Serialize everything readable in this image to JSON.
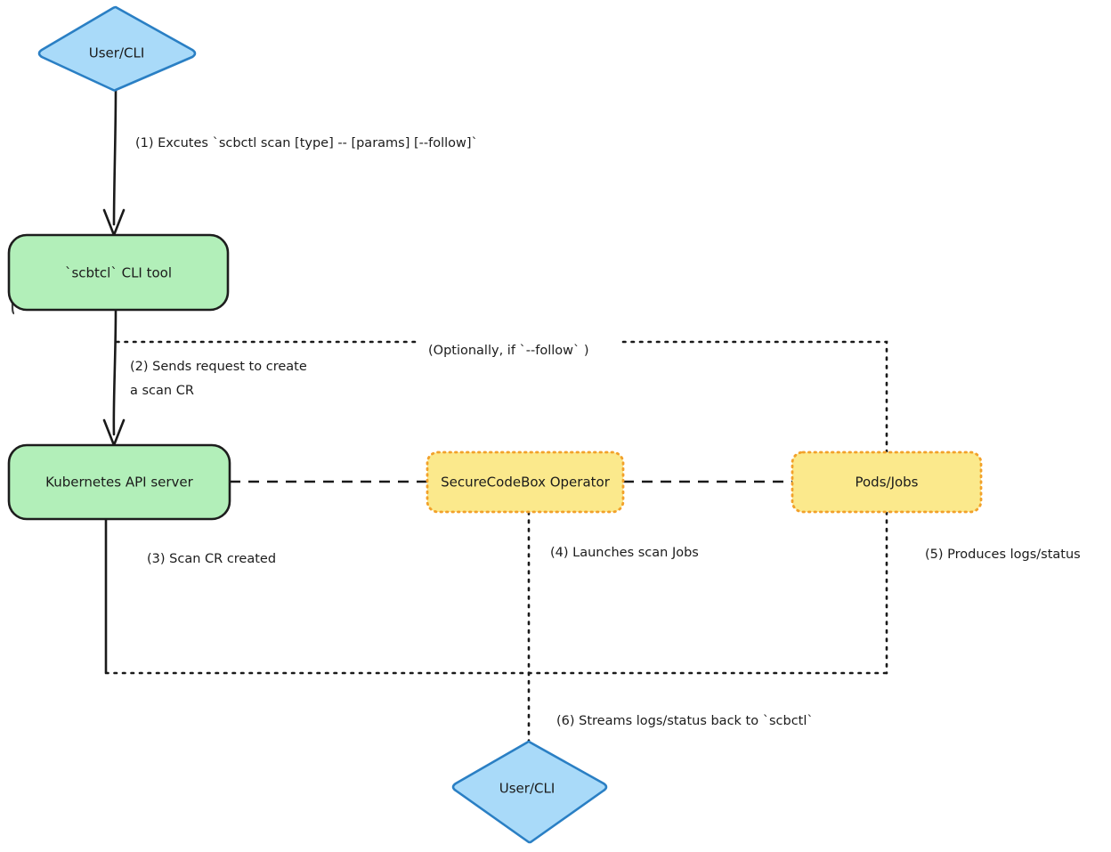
{
  "diagram": {
    "type": "flowchart",
    "direction": "top-down",
    "background": "#ffffff",
    "colors": {
      "blue_fill": "#a9daf9",
      "blue_stroke": "#2a7fc4",
      "green_fill": "#b2efb9",
      "green_stroke": "#1d1d1d",
      "yellow_fill": "#fbe98c",
      "yellow_stroke": "#f2a12a",
      "edge_stroke": "#1a1a1a",
      "text": "#1b1b1b"
    },
    "nodes": [
      {
        "id": "user-cli-top",
        "label": "User/CLI",
        "shape": "diamond",
        "style": "blue"
      },
      {
        "id": "scbtcl-cli-tool",
        "label": "`scbtcl` CLI tool",
        "shape": "rounded-rect",
        "style": "green"
      },
      {
        "id": "kubernetes-api-server",
        "label": "Kubernetes API server",
        "shape": "rounded-rect",
        "style": "green"
      },
      {
        "id": "securecodebox-operator",
        "label": "SecureCodeBox Operator",
        "shape": "rounded-rect",
        "style": "yellow"
      },
      {
        "id": "pods-jobs",
        "label": "Pods/Jobs",
        "shape": "rounded-rect",
        "style": "yellow"
      },
      {
        "id": "user-cli-bottom",
        "label": "User/CLI",
        "shape": "diamond",
        "style": "blue"
      }
    ],
    "edges": [
      {
        "id": "edge-1",
        "from": "user-cli-top",
        "to": "scbtcl-cli-tool",
        "line": "solid",
        "arrow": true,
        "label": "(1) Excutes `scbctl scan [type] -- [params] [--follow]`"
      },
      {
        "id": "edge-2",
        "from": "scbtcl-cli-tool",
        "to": "kubernetes-api-server",
        "line": "solid",
        "arrow": true,
        "label_line_1": "(2) Sends request to create",
        "label_line_2": "a scan CR"
      },
      {
        "id": "edge-3",
        "from": "kubernetes-api-server",
        "to": "user-cli-bottom",
        "line": "solid-to-dotted",
        "arrow": false,
        "label": "(3) Scan CR created"
      },
      {
        "id": "edge-4",
        "from": "securecodebox-operator",
        "to": "pods-jobs",
        "line": "dotted",
        "arrow": false,
        "label": "(4) Launches scan Jobs"
      },
      {
        "id": "edge-5",
        "from": "pods-jobs",
        "to": "user-cli-bottom",
        "line": "dotted",
        "arrow": false,
        "label": "(5) Produces logs/status"
      },
      {
        "id": "edge-6",
        "from": "securecodebox-operator",
        "to": "user-cli-bottom",
        "line": "dotted",
        "arrow": false,
        "label": "(6) Streams logs/status back to `scbctl`"
      },
      {
        "id": "edge-follow",
        "from": "scbtcl-cli-tool",
        "to": "pods-jobs",
        "line": "dotted",
        "arrow": false,
        "label": "(Optionally, if `--follow` )"
      },
      {
        "id": "edge-api-operator",
        "from": "kubernetes-api-server",
        "to": "securecodebox-operator",
        "line": "dashed",
        "arrow": false,
        "label": ""
      },
      {
        "id": "edge-operator-pods",
        "from": "securecodebox-operator",
        "to": "pods-jobs",
        "line": "dashed",
        "arrow": false,
        "label": ""
      }
    ],
    "labels": {
      "step1": "(1) Excutes `scbctl scan [type] -- [params] [--follow]`",
      "step2_line1": "(2) Sends request to create",
      "step2_line2": "a scan CR",
      "optionally": "(Optionally, if `--follow` )",
      "step3": "(3) Scan CR created",
      "step4": "(4) Launches scan Jobs",
      "step5": "(5) Produces logs/status",
      "step6": "(6) Streams logs/status back to `scbctl`"
    },
    "node_labels": {
      "user_cli_top": "User/CLI",
      "scbtcl_cli_tool": "`scbtcl` CLI tool",
      "kubernetes_api_server": "Kubernetes API server",
      "securecodebox_operator": "SecureCodeBox Operator",
      "pods_jobs": "Pods/Jobs",
      "user_cli_bottom": "User/CLI"
    }
  }
}
